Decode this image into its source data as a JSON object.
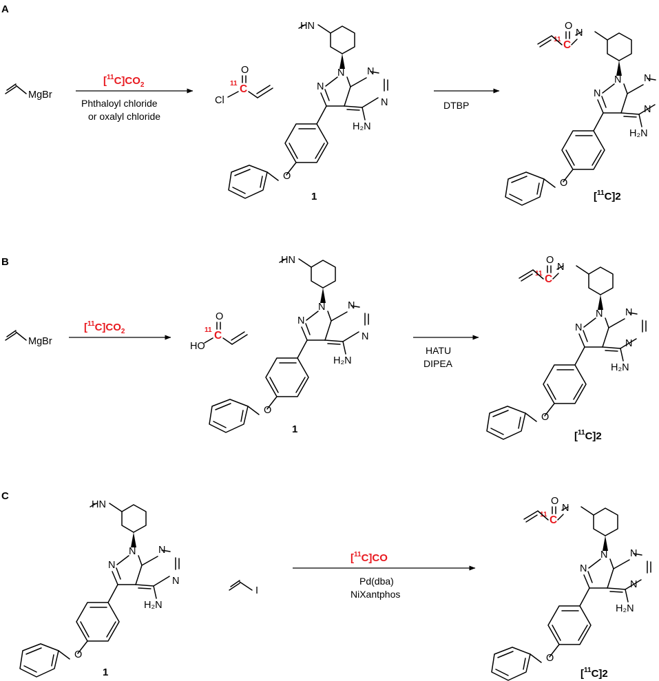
{
  "panels": [
    {
      "id": "A",
      "label": "A",
      "start_reagent": {
        "text": "MgBr"
      },
      "step1": {
        "above": {
          "pre": "[",
          "iso": "11",
          "post": "C]CO",
          "sub": "2"
        },
        "below": [
          "Phthaloyl chloride",
          "or oxalyl chloride"
        ]
      },
      "intermediate": {
        "o": "O",
        "c_iso": "11",
        "c": "C",
        "x": "Cl"
      },
      "compound_1": {
        "hn": "HN",
        "n": "N",
        "nh2": "H₂N",
        "o": "O",
        "label": "1"
      },
      "step2": {
        "above": [],
        "below": [
          "DTBP"
        ]
      },
      "product": {
        "label_pre": "[",
        "label_iso": "11",
        "label_post": "C]2",
        "o": "O",
        "c_iso": "11",
        "c": "C",
        "n": "N"
      }
    },
    {
      "id": "B",
      "label": "B",
      "start_reagent": {
        "text": "MgBr"
      },
      "step1": {
        "above": {
          "pre": "[",
          "iso": "11",
          "post": "C]CO",
          "sub": "2"
        },
        "below": []
      },
      "intermediate": {
        "o": "O",
        "c_iso": "11",
        "c": "C",
        "x": "HO"
      },
      "compound_1": {
        "hn": "HN",
        "n": "N",
        "nh2": "H₂N",
        "o": "O",
        "label": "1"
      },
      "step2": {
        "above": [],
        "below": [
          "HATU",
          "DIPEA"
        ]
      },
      "product": {
        "label_pre": "[",
        "label_iso": "11",
        "label_post": "C]2",
        "o": "O",
        "c_iso": "11",
        "c": "C",
        "n": "N"
      }
    },
    {
      "id": "C",
      "label": "C",
      "compound_1": {
        "hn": "HN",
        "n": "N",
        "nh2": "H₂N",
        "o": "O",
        "label": "1"
      },
      "vinyl_iodide": {
        "text": "I"
      },
      "step": {
        "above": {
          "pre": "[",
          "iso": "11",
          "post": "C]CO",
          "sub": ""
        },
        "below": [
          "Pd(dba)",
          "NiXantphos"
        ]
      },
      "product": {
        "label_pre": "[",
        "label_iso": "11",
        "label_post": "C]2",
        "o": "O",
        "c_iso": "11",
        "c": "C",
        "n": "N"
      }
    }
  ]
}
